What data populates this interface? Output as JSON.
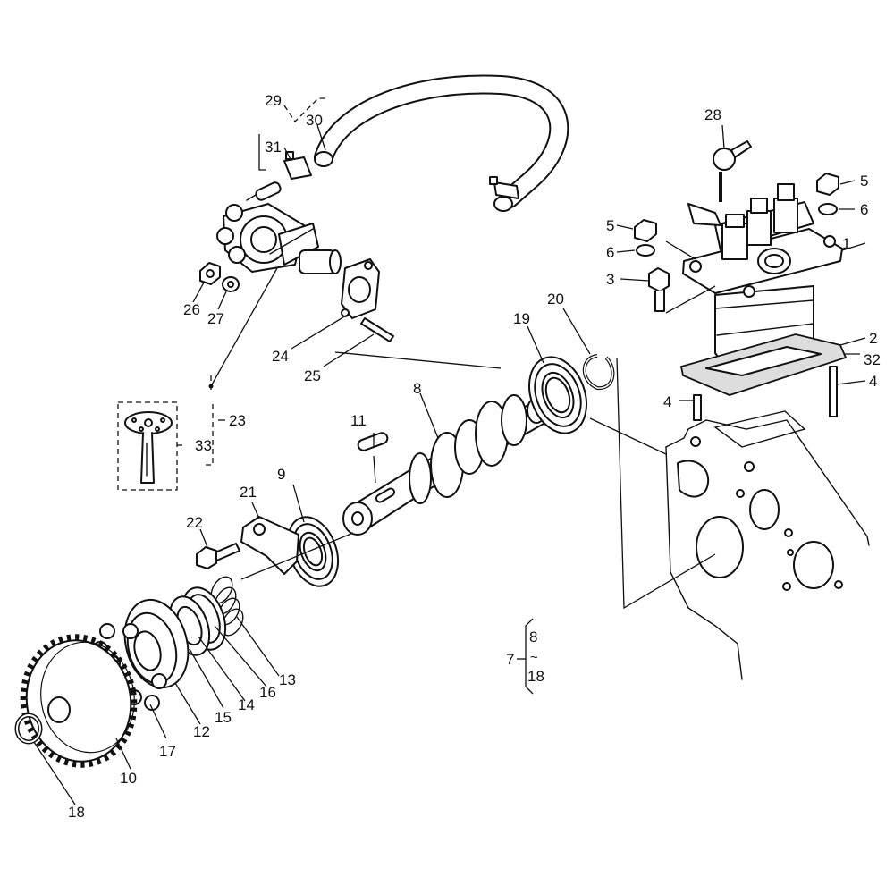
{
  "labels": {
    "p1": "1",
    "p2": "2",
    "p3": "3",
    "p4a": "4",
    "p4b": "4",
    "p5a": "5",
    "p5b": "5",
    "p6a": "6",
    "p6b": "6",
    "p7": "7",
    "p8a": "8",
    "p8b": "8",
    "p9": "9",
    "p10": "10",
    "p11": "11",
    "p12": "12",
    "p13": "13",
    "p14": "14",
    "p15": "15",
    "p16": "16",
    "p17": "17",
    "p18a": "18",
    "p18b": "18",
    "p19": "19",
    "p20": "20",
    "p21": "21",
    "p22": "22",
    "p23": "23",
    "p24": "24",
    "p25": "25",
    "p26": "26",
    "p27": "27",
    "p28": "28",
    "p29": "29",
    "p30": "30",
    "p31": "31",
    "p32": "32",
    "p33": "33",
    "tilde": "~"
  }
}
